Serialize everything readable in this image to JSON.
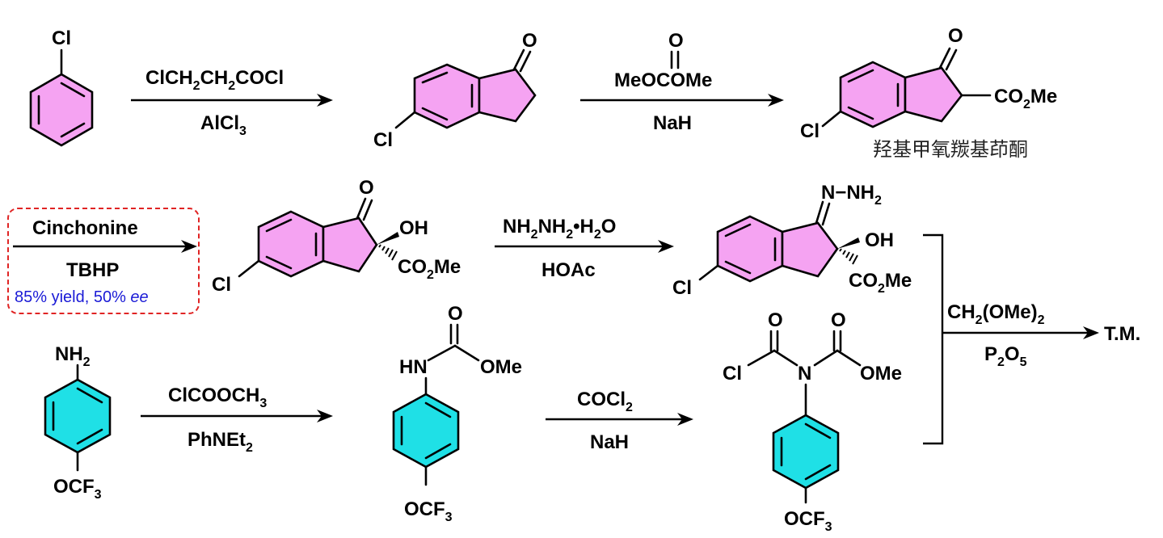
{
  "colors": {
    "aryl_ring_fill": "#f5a3f2",
    "trifluoromethoxyphenyl_ring_fill": "#1fe0e6",
    "note_text": "#1a1ad6",
    "highlight_box": "#e02424"
  },
  "compounds": {
    "chlorobenzene": {
      "substituent": "Cl"
    },
    "chloroindanone": {
      "oxo": "O",
      "chloro": "Cl"
    },
    "indanone_ester": {
      "oxo": "O",
      "chloro": "Cl",
      "ester": "CO2Me",
      "ester_main": "CO",
      "ester_sub": "2",
      "ester_tail": "Me",
      "chinese_name": "羟基甲氧羰基茚酮"
    },
    "hydroxy_indanone": {
      "oxo": "O",
      "chloro": "Cl",
      "hydroxy": "OH",
      "ester_main": "CO",
      "ester_sub": "2",
      "ester_tail": "Me"
    },
    "hydrazone": {
      "hydrazone": "N−NH2",
      "hz_main": "N−NH",
      "hz_sub": "2",
      "chloro": "Cl",
      "hydroxy": "OH",
      "ester_main": "CO",
      "ester_sub": "2",
      "ester_tail": "Me"
    },
    "aniline": {
      "amine": "NH2",
      "amine_main": "NH",
      "amine_sub": "2",
      "ocf3_main": "OCF",
      "ocf3_sub": "3"
    },
    "carbamate": {
      "nh": "HN",
      "oxo": "O",
      "ome": "OMe",
      "ocf3_main": "OCF",
      "ocf3_sub": "3"
    },
    "carbamoyl_chloride": {
      "cl": "Cl",
      "n": "N",
      "oxo1": "O",
      "oxo2": "O",
      "ome": "OMe",
      "ocf3_main": "OCF",
      "ocf3_sub": "3"
    }
  },
  "steps": [
    {
      "above": "ClCH2CH2COCl",
      "above_parts": [
        "ClCH",
        "2",
        "CH",
        "2",
        "COCl"
      ],
      "below": "AlCl3",
      "below_parts": [
        "AlCl",
        "3"
      ]
    },
    {
      "above_reagent_o": "O",
      "above": "MeOCOMe",
      "below": "NaH"
    },
    {
      "above": "Cinchonine",
      "below": "TBHP",
      "note": "85% yield, 50% ",
      "note_ee": "ee"
    },
    {
      "above": "NH2NH2•H2O",
      "above_parts": [
        "NH",
        "2",
        "NH",
        "2",
        "•H",
        "2",
        "O"
      ],
      "below": "HOAc"
    },
    {
      "above": "ClCOOCH3",
      "above_parts": [
        "ClCOOCH",
        "3"
      ],
      "below": "PhNEt2",
      "below_parts": [
        "PhNEt",
        "2"
      ]
    },
    {
      "above": "COCl2",
      "above_parts": [
        "COCl",
        "2"
      ],
      "below": "NaH"
    },
    {
      "above": "CH2(OMe)2",
      "above_parts": [
        "CH",
        "2",
        "(OMe)",
        "2"
      ],
      "below": "P2O5",
      "below_parts": [
        "P",
        "2",
        "O",
        "5"
      ]
    }
  ],
  "target": "T.M."
}
